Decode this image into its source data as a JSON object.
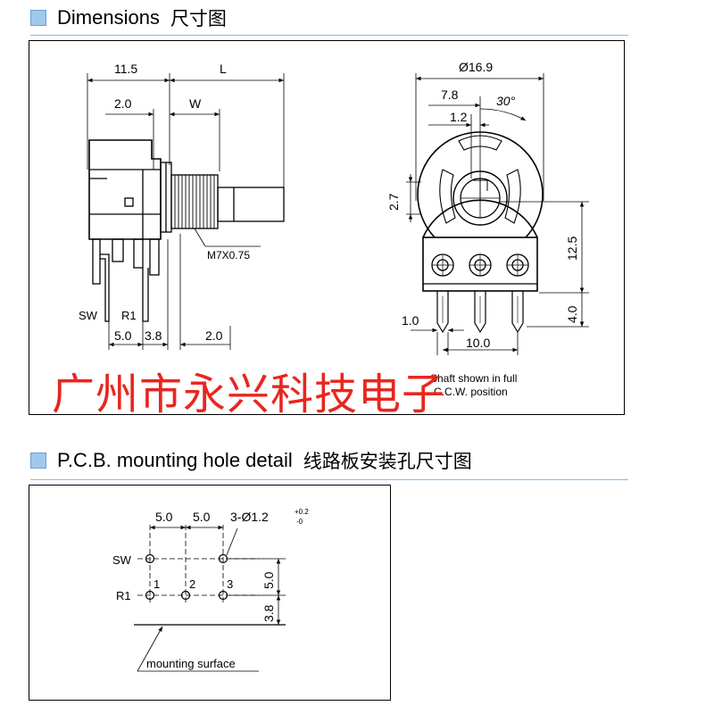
{
  "dimensions_section": {
    "title": "Dimensions",
    "title_cn": "尺寸图"
  },
  "pcb_section": {
    "title": "P.C.B. mounting hole detail",
    "title_cn": "线路板安装孔尺寸图"
  },
  "side_view": {
    "dim_body": "11.5",
    "dim_shaft": "L",
    "dim_offset": "2.0",
    "dim_width": "W",
    "thread_label": "M7X0.75",
    "pin_sw": "SW",
    "pin_r1": "R1",
    "dim_pin_pitch": "5.0",
    "dim_pin_to_face": "3.8",
    "dim_face": "2.0"
  },
  "front_view": {
    "dim_diameter": "Ø16.9",
    "dim_78": "7.8",
    "dim_12": "1.2",
    "angle": "30°",
    "dim_27": "2.7",
    "dim_125": "12.5",
    "dim_40": "4.0",
    "dim_10": "1.0",
    "dim_100": "10.0",
    "note_line1": "Shaft shown in full",
    "note_line2": "C.C.W. position"
  },
  "watermark": "广州市永兴科技电子",
  "pcb_view": {
    "dim_a": "5.0",
    "dim_b": "5.0",
    "hole_spec": "3-Ø1.2",
    "tol_plus": "+0.2",
    "tol_minus": "-0",
    "row_sw": "SW",
    "row_r1": "R1",
    "pin_1": "1",
    "pin_2": "2",
    "pin_3": "3",
    "dim_v1": "5.0",
    "dim_v2": "3.8",
    "mounting_surface": "mounting surface"
  }
}
